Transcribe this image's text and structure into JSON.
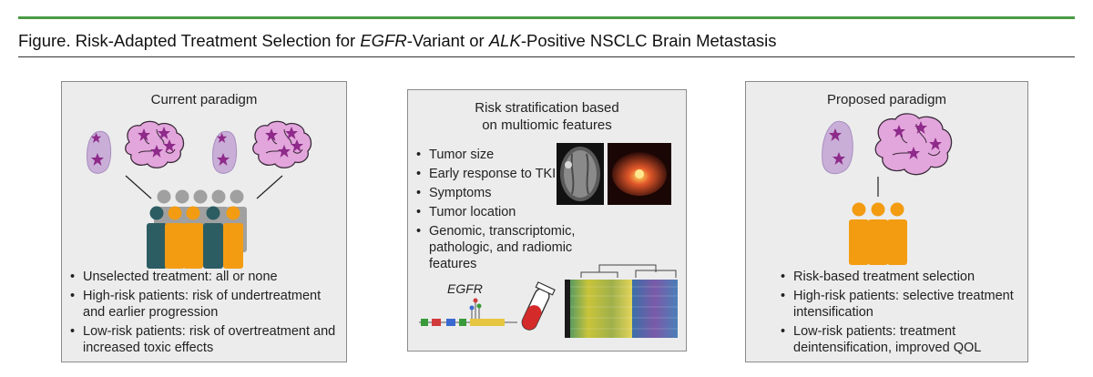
{
  "figure": {
    "title_prefix": "Figure. Risk-Adapted Treatment Selection for ",
    "title_em1": "EGFR",
    "title_mid": "-Variant or ",
    "title_em2": "ALK",
    "title_suffix": "-Positive NSCLC Brain Metastasis"
  },
  "colors": {
    "accent_line": "#4a9a45",
    "teal_person": "#2c5d63",
    "orange_person": "#f39c12",
    "gray_person": "#a0a0a0",
    "lung": "#c9aed8",
    "brain": "#e3a6dc",
    "tumor_star": "#8e2a8a",
    "panel_bg": "#ececec"
  },
  "left_panel": {
    "heading": "Current paradigm",
    "icons": [
      "lung-icon",
      "brain-icon",
      "lung-icon",
      "brain-icon",
      "people-group-icon"
    ],
    "bullets": [
      "Unselected treatment: all or none",
      "High-risk patients: risk of undertreatment and earlier progression",
      "Low-risk patients: risk of overtreatment and increased toxic effects"
    ]
  },
  "middle_panel": {
    "heading_line1": "Risk stratification based",
    "heading_line2": "on multiomic features",
    "bullets": [
      "Tumor size",
      "Early response to TKI",
      "Symptoms",
      "Tumor location",
      "Genomic, transcriptomic, pathologic, and radiomic features"
    ],
    "gene_label": "EGFR",
    "icons": [
      "mri-scan-image",
      "pet-scan-image",
      "gene-plot-icon",
      "blood-tube-icon",
      "heatmap-image"
    ]
  },
  "right_panel": {
    "heading": "Proposed paradigm",
    "icons": [
      "lung-icon",
      "brain-icon",
      "people-group-icon"
    ],
    "bullets": [
      "Risk-based treatment selection",
      "High-risk patients: selective treatment intensification",
      "Low-risk patients: treatment deintensification, improved QOL"
    ]
  }
}
